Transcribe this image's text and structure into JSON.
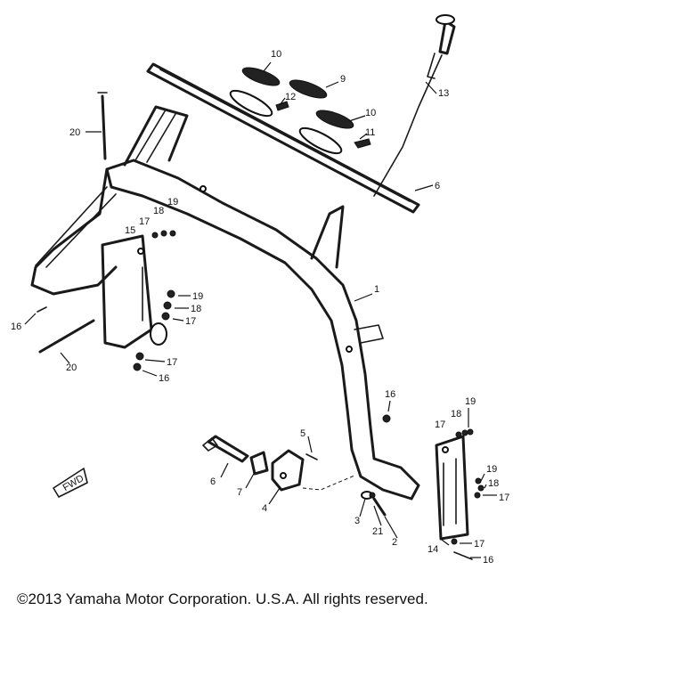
{
  "copyright": "©2013 Yamaha Motor Corporation. U.S.A. All rights reserved.",
  "fwd_marker": "FWD",
  "callouts": {
    "c1": "1",
    "c2": "2",
    "c3": "3",
    "c4": "4",
    "c5": "5",
    "c6a": "6",
    "c6b": "6",
    "c7": "7",
    "c9": "9",
    "c10a": "10",
    "c10b": "10",
    "c11": "11",
    "c12": "12",
    "c13": "13",
    "c14": "14",
    "c15": "15",
    "c16a": "16",
    "c16b": "16",
    "c16c": "16",
    "c16d": "16",
    "c17a": "17",
    "c17b": "17",
    "c17c": "17",
    "c17d": "17",
    "c17e": "17",
    "c17f": "17",
    "c18a": "18",
    "c18b": "18",
    "c18c": "18",
    "c18d": "18",
    "c19a": "19",
    "c19b": "19",
    "c19c": "19",
    "c19d": "19",
    "c20a": "20",
    "c20b": "20",
    "c21": "21"
  }
}
